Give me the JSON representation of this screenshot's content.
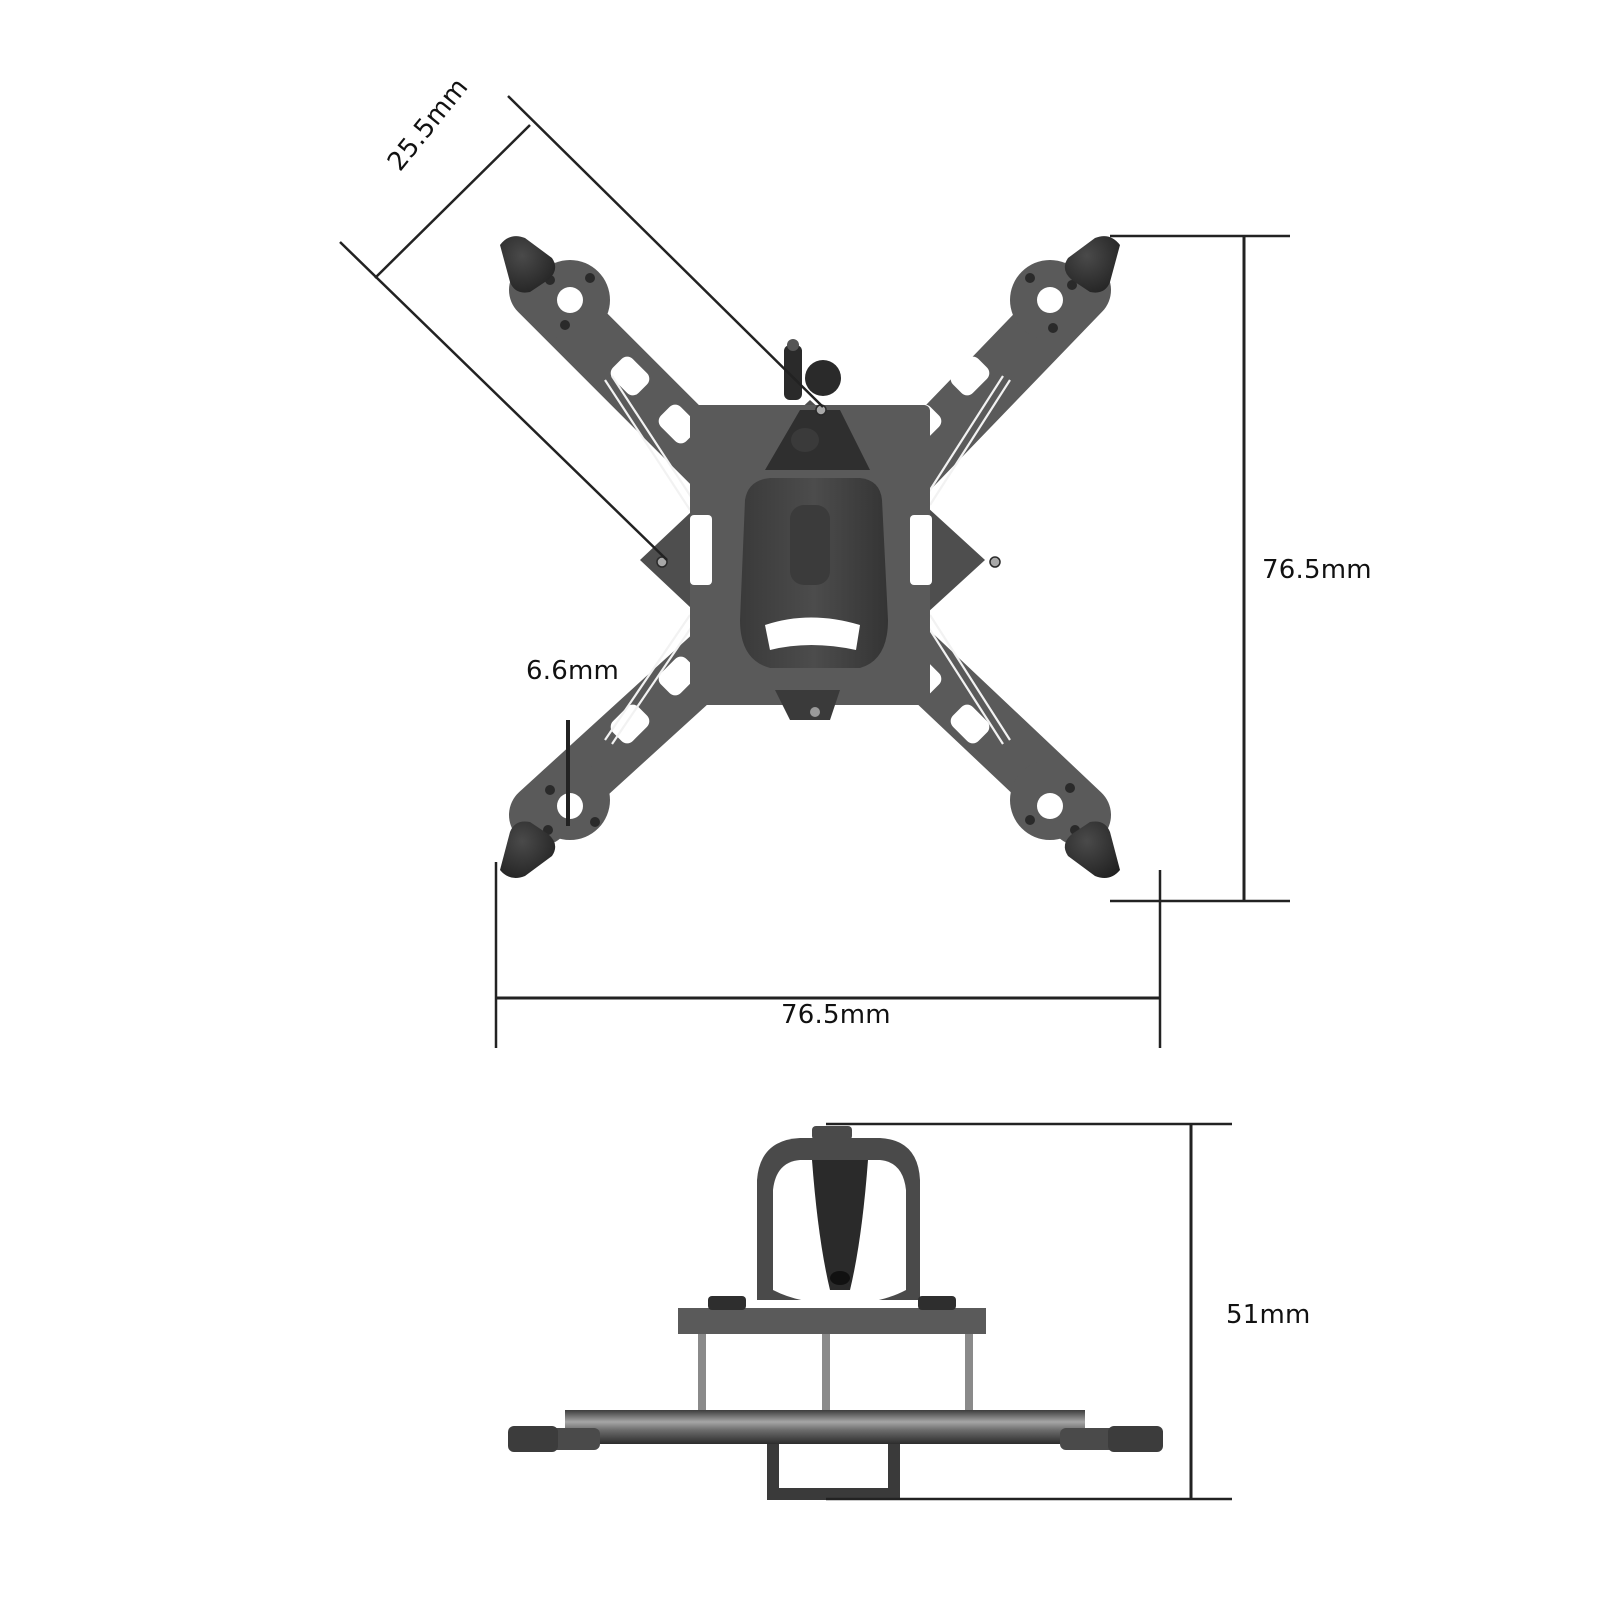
{
  "diagram": {
    "subject": "FPV drone frame dimension drawing",
    "views": [
      {
        "name": "top-view",
        "description": "X-frame seen from above with camera pod and canopy"
      },
      {
        "name": "side-view",
        "description": "Frame seen from the side with canopy on standoffs"
      }
    ],
    "dimensions": {
      "motor_to_motor_diagonal": "25.5mm",
      "motor_hole_spacing": "6.6mm",
      "frame_height_top_view": "76.5mm",
      "frame_width_top_view": "76.5mm",
      "total_height_side_view": "51mm"
    },
    "colors": {
      "background": "#ffffff",
      "dimension_line": "#222222",
      "frame_plate": "#5a5a5a",
      "canopy": "#2b2b2b",
      "motor_guard": "#2e2e2e",
      "highlight_stripe": "#f2f2f2"
    }
  }
}
